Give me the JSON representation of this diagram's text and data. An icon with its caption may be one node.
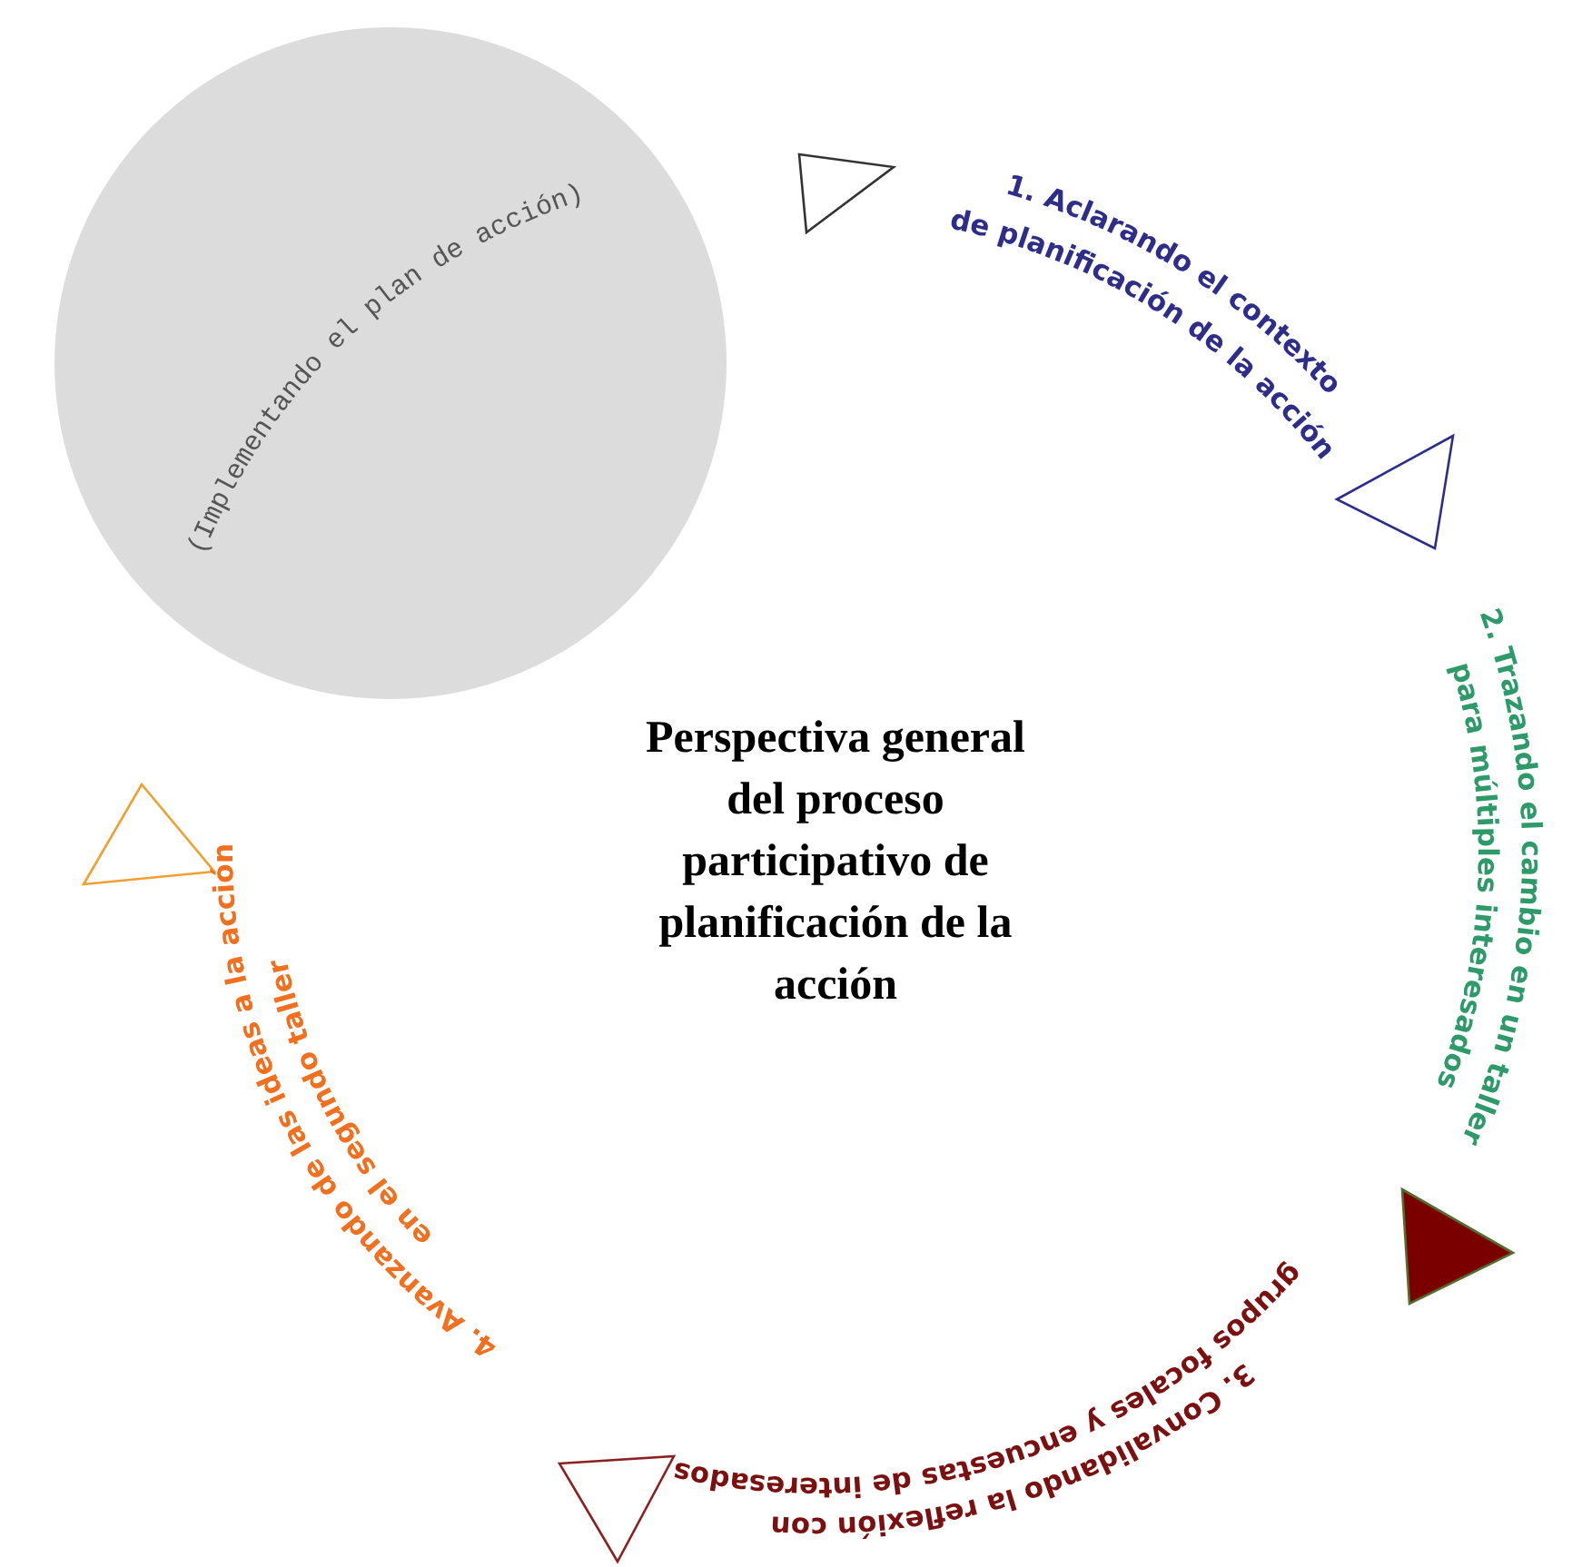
{
  "diagram": {
    "title": "Perspectiva general del proceso participativo de planificación de la acción",
    "nodes": [
      {
        "text": [
          "(Implementando el plan de acción)"
        ]
      }
    ],
    "labels": [
      "1. Aclarando el contexto de planificación de la acción",
      "2. Trazando el cambio en un taller para múltiples interesados",
      "3. Convalidando la reflexión con grupos focales y encuestas de interesados",
      "4. Avanzando de las ideas a la acción en el segundo taller"
    ]
  }
}
